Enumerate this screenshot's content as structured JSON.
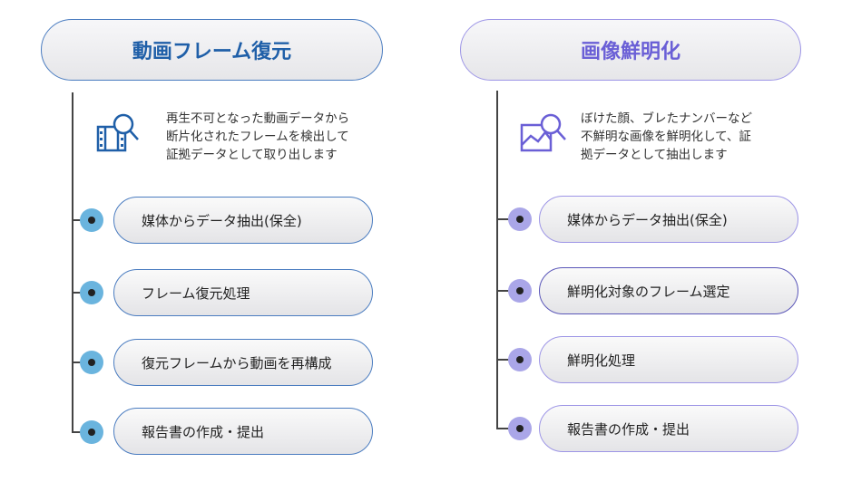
{
  "left": {
    "title": "動画フレーム復元",
    "description": "再生不可となった動画データから\n断片化されたフレームを検出して\n証拠データとして取り出します",
    "icon": "film-search-icon",
    "color": "#1f5fa8",
    "dot_color": "#6ab4de",
    "steps": [
      "媒体からデータ抽出(保全)",
      "フレーム復元処理",
      "復元フレームから動画を再構成",
      "報告書の作成・提出"
    ]
  },
  "right": {
    "title": "画像鮮明化",
    "description": "ぼけた顔、ブレたナンバーなど\n不鮮明な画像を鮮明化して、証\n拠データとして抽出します",
    "icon": "image-search-icon",
    "color": "#6a5fd6",
    "dot_color": "#aaa6e8",
    "steps": [
      "媒体からデータ抽出(保全)",
      "鮮明化対象のフレーム選定",
      "鮮明化処理",
      "報告書の作成・提出"
    ]
  }
}
